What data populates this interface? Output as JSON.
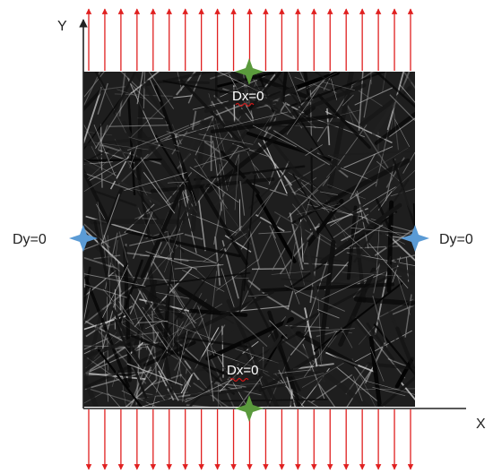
{
  "axes": {
    "x_label": "X",
    "y_label": "Y"
  },
  "boundary_conditions": {
    "top": "Dx=0",
    "bottom": "Dx=0",
    "left": "Dy=0",
    "right": "Dy=0"
  },
  "load_arrows": {
    "top": {
      "direction": "up",
      "count": 21
    },
    "bottom": {
      "direction": "down",
      "count": 21
    }
  },
  "colors": {
    "load_arrow": "#e02020",
    "support_dx": "#5a9a3c",
    "support_dy": "#5b9bd5",
    "axis": "#222222",
    "specimen_background": "#1e1e1e",
    "fiber_light": "#9a9a9a",
    "fiber_dark": "#0c0c0c",
    "spellcheck_underline": "#d01818"
  },
  "specimen": {
    "description_icon": "fiber-network-texture-image"
  }
}
